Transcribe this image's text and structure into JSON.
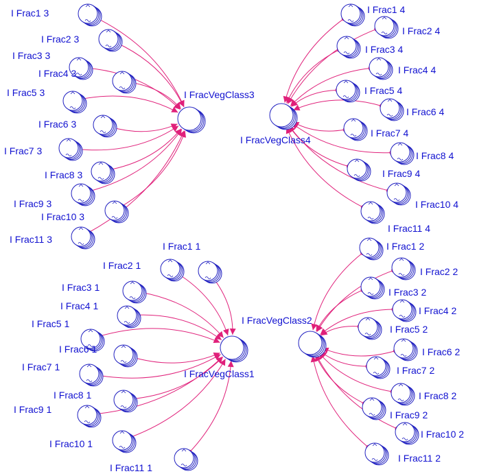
{
  "diagram": {
    "colors": {
      "node": "#2020c0",
      "label": "#1010d0",
      "connector": "#e0207a"
    },
    "groups": [
      {
        "target": "I FracVegClass3",
        "sources": [
          "I Frac1 3",
          "I Frac2 3",
          "I Frac3 3",
          "I Frac4 3",
          "I Frac5 3",
          "I Frac6 3",
          "I Frac7 3",
          "I Frac8 3",
          "I Frac9 3",
          "I Frac10 3",
          "I Frac11 3"
        ]
      },
      {
        "target": "I FracVegClass4",
        "sources": [
          "I Frac1 4",
          "I Frac2 4",
          "I Frac3 4",
          "I Frac4 4",
          "I Frac5 4",
          "I Frac6 4",
          "I Frac7 4",
          "I Frac8 4",
          "I Frac9 4",
          "I Frac10 4",
          "I Frac11 4"
        ]
      },
      {
        "target": "I FracVegClass1",
        "sources": [
          "I Frac1 1",
          "I Frac2 1",
          "I Frac3 1",
          "I Frac4 1",
          "I Frac5 1",
          "I Frac6 1",
          "I Frac7 1",
          "I Frac8 1",
          "I Frac9 1",
          "I Frac10 1",
          "I Frac11 1"
        ]
      },
      {
        "target": "I FracVegClass2",
        "sources": [
          "I Frac1 2",
          "I Frac2 2",
          "I Frac3 2",
          "I Frac4 2",
          "I Frac5 2",
          "I Frac6 2",
          "I Frac7 2",
          "I Frac8 2",
          "I Frac9 2",
          "I Frac10 2",
          "I Frac11 2"
        ]
      }
    ]
  }
}
